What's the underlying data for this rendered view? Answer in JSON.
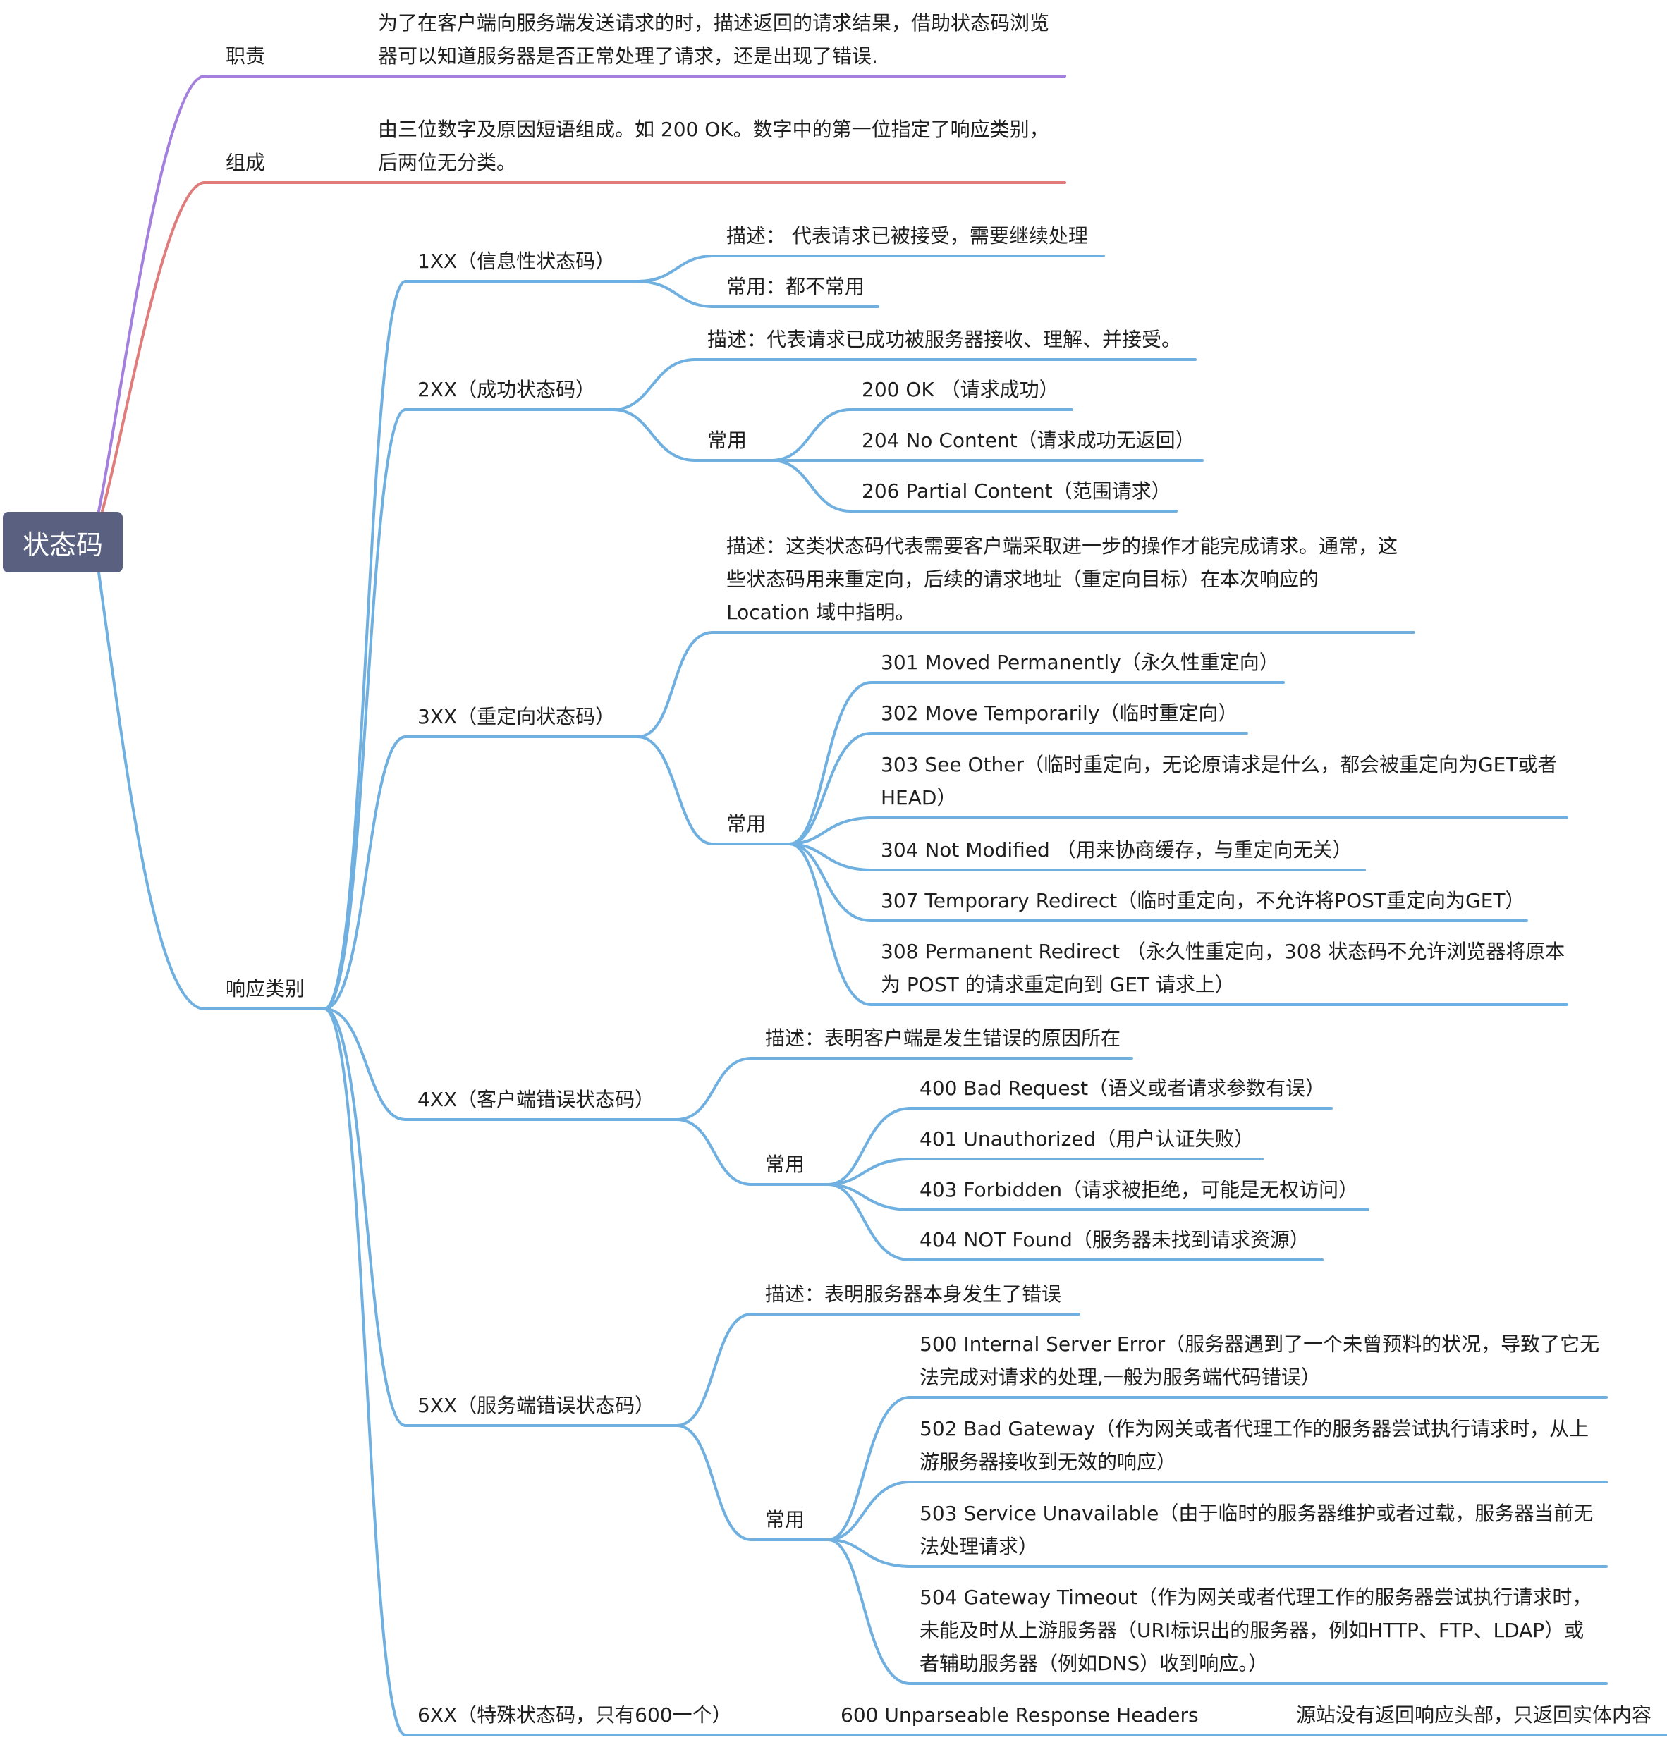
{
  "root": "状态码",
  "colors": {
    "purple": "#a47fde",
    "red": "#e07c7c",
    "blue": "#6fb0e0",
    "root_bg": "#5a6180"
  },
  "duty": {
    "label": "职责",
    "text1": "为了在客户端向服务端发送请求的时，描述返回的请求结果，借助状态码浏览",
    "text2": "器可以知道服务器是否正常处理了请求，还是出现了错误."
  },
  "composition": {
    "label": "组成",
    "text1": "由三位数字及原因短语组成。如 200 OK。数字中的第一位指定了响应类别，",
    "text2": "后两位无分类。"
  },
  "categories": {
    "label": "响应类别",
    "c1": {
      "label": "1XX（信息性状态码）",
      "desc": "描述： 代表请求已被接受，需要继续处理",
      "common": "常用：都不常用"
    },
    "c2": {
      "label": "2XX（成功状态码）",
      "desc": "描述：代表请求已成功被服务器接收、理解、并接受。",
      "common": "常用",
      "items": [
        "200 OK （请求成功）",
        "204 No Content（请求成功无返回）",
        "206 Partial Content（范围请求）"
      ]
    },
    "c3": {
      "label": "3XX（重定向状态码）",
      "desc1": "描述：这类状态码代表需要客户端采取进一步的操作才能完成请求。通常，这",
      "desc2": "些状态码用来重定向，后续的请求地址（重定向目标）在本次响应的",
      "desc3": "Location 域中指明。",
      "common": "常用",
      "i301": "301 Moved Permanently（永久性重定向）",
      "i302": "302 Move Temporarily（临时重定向）",
      "i303a": "303 See Other（临时重定向，无论原请求是什么，都会被重定向为GET或者",
      "i303b": "HEAD）",
      "i304": "304 Not Modified （用来协商缓存，与重定向无关）",
      "i307": "307 Temporary Redirect（临时重定向，不允许将POST重定向为GET）",
      "i308a": "308 Permanent Redirect （永久性重定向，308 状态码不允许浏览器将原本",
      "i308b": "为 POST 的请求重定向到 GET 请求上）"
    },
    "c4": {
      "label": "4XX（客户端错误状态码）",
      "desc": "描述：表明客户端是发生错误的原因所在",
      "common": "常用",
      "items": [
        "400 Bad Request（语义或者请求参数有误）",
        "401 Unauthorized（用户认证失败）",
        "403 Forbidden（请求被拒绝，可能是无权访问）",
        "404 NOT Found（服务器未找到请求资源）"
      ]
    },
    "c5": {
      "label": "5XX（服务端错误状态码）",
      "desc": "描述：表明服务器本身发生了错误",
      "common": "常用",
      "i500a": "500 Internal Server Error（服务器遇到了一个未曾预料的状况，导致了它无",
      "i500b": "法完成对请求的处理,一般为服务端代码错误）",
      "i502a": "502 Bad Gateway（作为网关或者代理工作的服务器尝试执行请求时，从上",
      "i502b": "游服务器接收到无效的响应）",
      "i503a": "503 Service Unavailable（由于临时的服务器维护或者过载，服务器当前无",
      "i503b": "法处理请求）",
      "i504a": "504 Gateway Timeout（作为网关或者代理工作的服务器尝试执行请求时，",
      "i504b": "未能及时从上游服务器（URI标识出的服务器，例如HTTP、FTP、LDAP）或",
      "i504c": "者辅助服务器（例如DNS）收到响应。）"
    },
    "c6": {
      "label": "6XX（特殊状态码，只有600一个）",
      "item": "600 Unparseable Response Headers",
      "note": "源站没有返回响应头部，只返回实体内容"
    }
  }
}
